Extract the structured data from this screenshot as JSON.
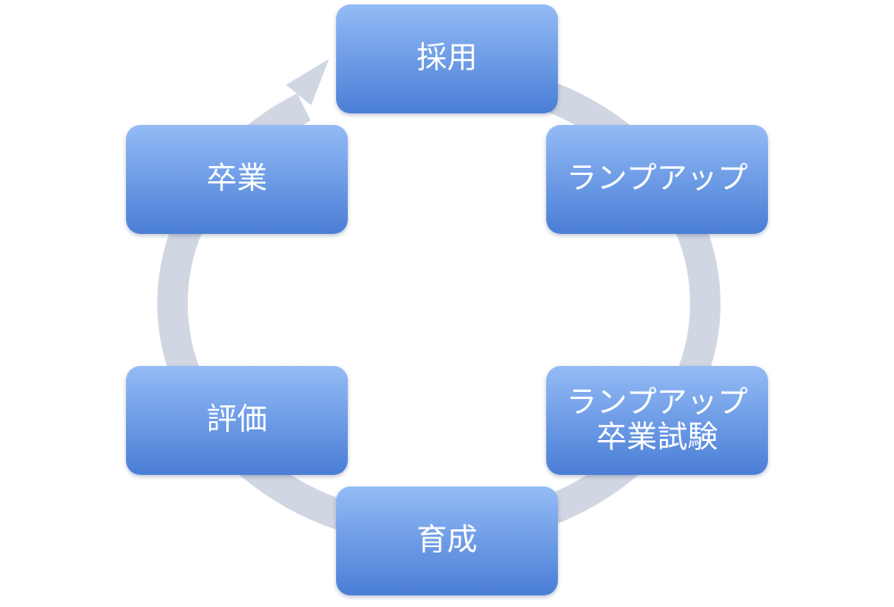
{
  "diagram": {
    "type": "cycle",
    "nodes": [
      {
        "id": "hiring",
        "label": "採用"
      },
      {
        "id": "rampup",
        "label": "ランプアップ"
      },
      {
        "id": "rampup_exam",
        "label_line1": "ランプアップ",
        "label_line2": "卒業試験"
      },
      {
        "id": "training",
        "label": "育成"
      },
      {
        "id": "evaluation",
        "label": "評価"
      },
      {
        "id": "graduation",
        "label": "卒業"
      }
    ],
    "colors": {
      "node_top": "#94bbf5",
      "node_bottom": "#4a7ed6",
      "node_text": "#ffffff",
      "cycle_arrow": "#d0d6e2"
    }
  }
}
